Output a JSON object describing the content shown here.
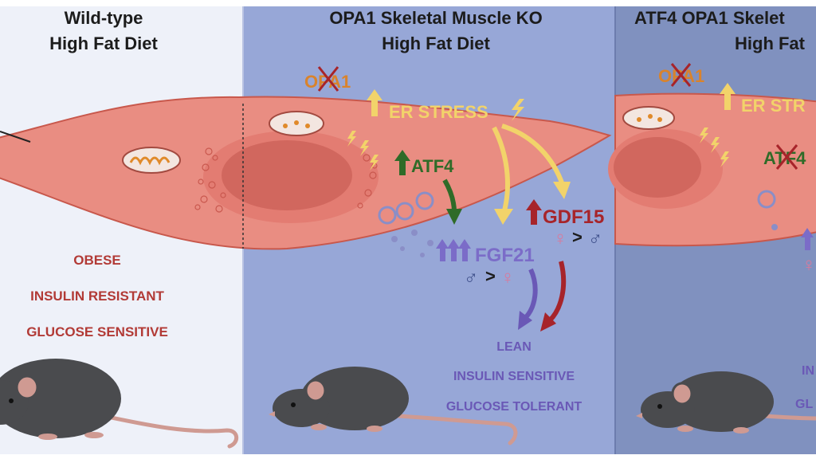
{
  "colors": {
    "panel_wildtype": "#eef1f9",
    "panel_ko": "#97a7d7",
    "panel_atf4": "#8091bf",
    "muscle_fill": "#e98d82",
    "muscle_stroke": "#c8584c",
    "nucleus": "#d1675e",
    "mouse": "#4a4b4e",
    "tail": "#cf9a92",
    "text_dark": "#1c1c1c",
    "text_red": "#b23a36",
    "text_purple": "#6a58b6",
    "opa1_orange": "#d9832c",
    "er_yellow": "#f2d36a",
    "atf4_green": "#2f6b28",
    "gdf15_red": "#a7242a",
    "fgf21_purple": "#7b6cc8",
    "female_pink": "#d97a9c",
    "male_blue": "#3e4f8a"
  },
  "panels": {
    "wildtype": {
      "title_line1": "Wild-type",
      "title_line2": "High Fat Diet",
      "outcomes": [
        "OBESE",
        "INSULIN RESISTANT",
        "GLUCOSE SENSITIVE"
      ]
    },
    "ko": {
      "title_line1": "OPA1 Skeletal Muscle KO",
      "title_line2": "High Fat Diet",
      "outcomes": [
        "LEAN",
        "INSULIN SENSITIVE",
        "GLUCOSE TOLERANT"
      ]
    },
    "atf4": {
      "title_line1": "ATF4 OPA1 Skelet",
      "title_line2": "High Fat",
      "outcomes": [
        "IN",
        "GL"
      ]
    }
  },
  "labels": {
    "opa1": "OPA1",
    "er_stress": "ER STRESS",
    "er_stress_cut": "ER STR",
    "atf4": "ATF4",
    "gdf15": "GDF15",
    "fgf21": "FGF21",
    "gt": ">",
    "female": "♀",
    "male": "♂"
  }
}
